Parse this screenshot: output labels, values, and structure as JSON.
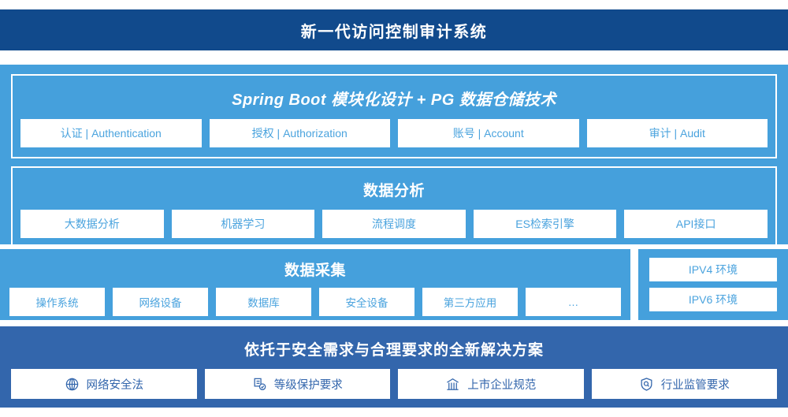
{
  "header": {
    "title": "新一代访问控制审计系统"
  },
  "colors": {
    "title_bar": "#114a8c",
    "upper_panel": "#45a0dc",
    "bottom_panel": "#3366ac",
    "chip_bg": "#ffffff",
    "chip_text_light": "#4aa3de",
    "chip_text_dark": "#3366ac"
  },
  "upper": {
    "groups": [
      {
        "heading": "Spring Boot 模块化设计 + PG 数据仓储技术",
        "italic": true,
        "chips": [
          {
            "label": "认证 | Authentication"
          },
          {
            "label": "授权 | Authorization"
          },
          {
            "label": "账号 | Account"
          },
          {
            "label": "审计 | Audit"
          }
        ]
      },
      {
        "heading": "数据分析",
        "italic": false,
        "chips": [
          {
            "label": "大数据分析"
          },
          {
            "label": "机器学习"
          },
          {
            "label": "流程调度"
          },
          {
            "label": "ES检索引擎"
          },
          {
            "label": "API接口"
          }
        ]
      }
    ]
  },
  "collection": {
    "heading": "数据采集",
    "chips": [
      {
        "label": "操作系统"
      },
      {
        "label": "网络设备"
      },
      {
        "label": "数据库"
      },
      {
        "label": "安全设备"
      },
      {
        "label": "第三方应用"
      },
      {
        "label": "…"
      }
    ],
    "environments": [
      {
        "label": "IPV4 环境"
      },
      {
        "label": "IPV6 环境"
      }
    ]
  },
  "bottom": {
    "heading": "依托于安全需求与合理要求的全新解决方案",
    "chips": [
      {
        "label": "网络安全法",
        "icon": "globe-icon"
      },
      {
        "label": "等级保护要求",
        "icon": "document-check-icon"
      },
      {
        "label": "上市企业规范",
        "icon": "bank-icon"
      },
      {
        "label": "行业监管要求",
        "icon": "shield-search-icon"
      }
    ]
  }
}
